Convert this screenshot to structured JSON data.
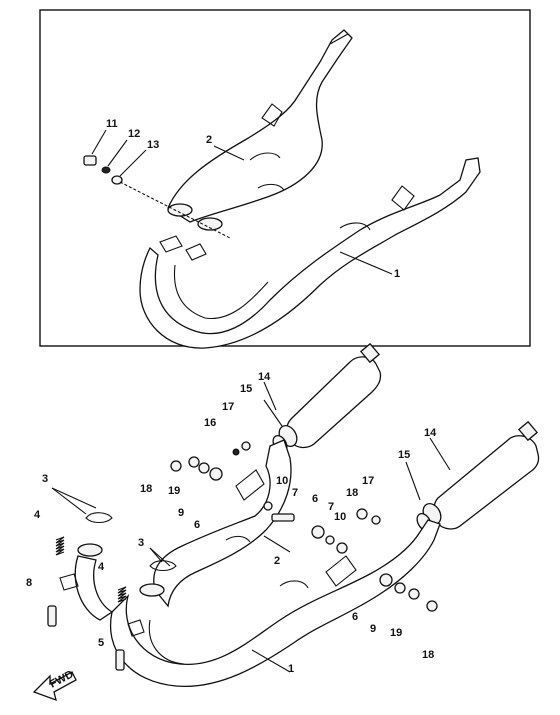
{
  "labels": {
    "top": [
      {
        "id": "t11",
        "text": "11"
      },
      {
        "id": "t12",
        "text": "12"
      },
      {
        "id": "t13",
        "text": "13"
      },
      {
        "id": "t2",
        "text": "2"
      },
      {
        "id": "t1",
        "text": "1"
      }
    ],
    "bottom": [
      {
        "id": "b14a",
        "text": "14"
      },
      {
        "id": "b15a",
        "text": "15"
      },
      {
        "id": "b17a",
        "text": "17"
      },
      {
        "id": "b16",
        "text": "16"
      },
      {
        "id": "b14b",
        "text": "14"
      },
      {
        "id": "b15b",
        "text": "15"
      },
      {
        "id": "b18a",
        "text": "18"
      },
      {
        "id": "b19a",
        "text": "19"
      },
      {
        "id": "b9a",
        "text": "9"
      },
      {
        "id": "b6a",
        "text": "6"
      },
      {
        "id": "b10a",
        "text": "10"
      },
      {
        "id": "b7a",
        "text": "7"
      },
      {
        "id": "b3a",
        "text": "3"
      },
      {
        "id": "b4a",
        "text": "4"
      },
      {
        "id": "b3b",
        "text": "3"
      },
      {
        "id": "b4b",
        "text": "4"
      },
      {
        "id": "b2",
        "text": "2"
      },
      {
        "id": "b6b",
        "text": "6"
      },
      {
        "id": "b7b",
        "text": "7"
      },
      {
        "id": "b10b",
        "text": "10"
      },
      {
        "id": "b18b",
        "text": "18"
      },
      {
        "id": "b17b",
        "text": "17"
      },
      {
        "id": "b8a",
        "text": "8"
      },
      {
        "id": "b5",
        "text": "5"
      },
      {
        "id": "b6c",
        "text": "6"
      },
      {
        "id": "b9b",
        "text": "9"
      },
      {
        "id": "b19b",
        "text": "19"
      },
      {
        "id": "b1",
        "text": "1"
      },
      {
        "id": "b18c",
        "text": "18"
      }
    ]
  },
  "fwd": "FWD"
}
